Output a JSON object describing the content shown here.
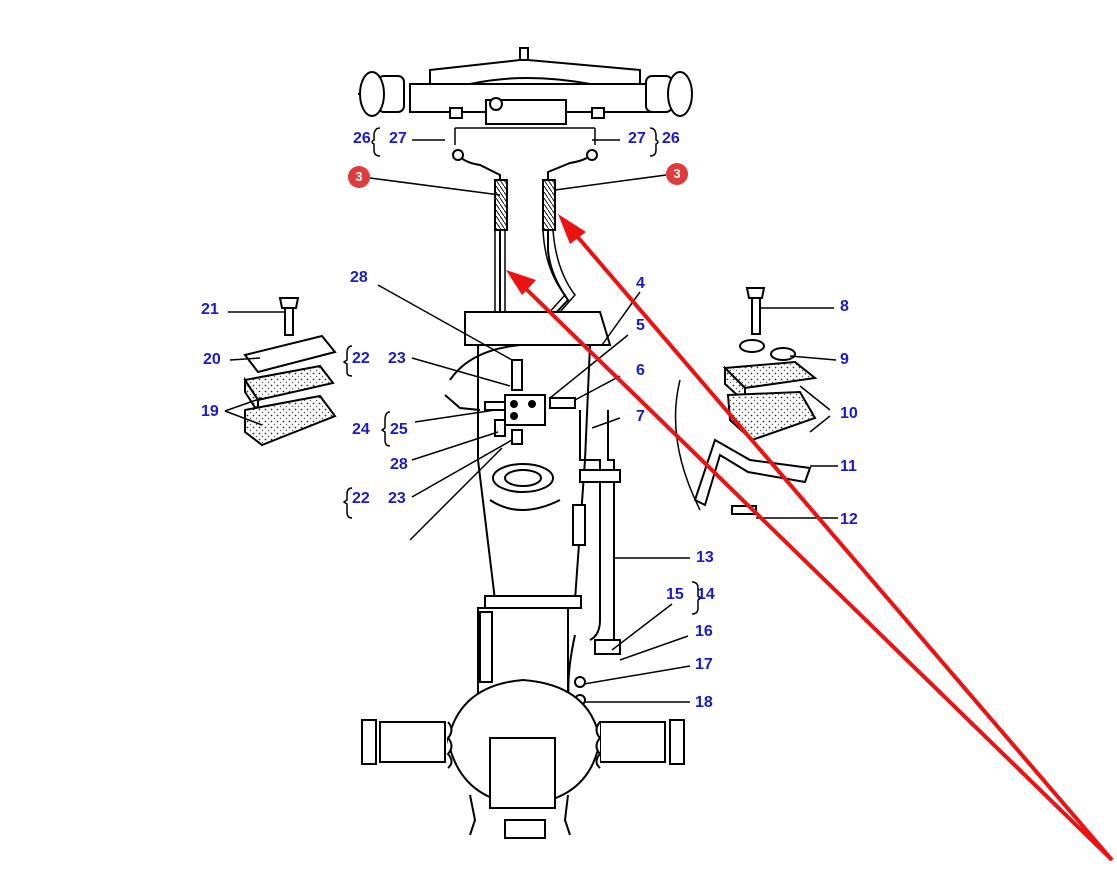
{
  "callouts": [
    "3",
    "3"
  ],
  "part_labels": {
    "p4": "4",
    "p5": "5",
    "p6": "6",
    "p7": "7",
    "p8": "8",
    "p9": "9",
    "p10": "10",
    "p11": "11",
    "p12": "12",
    "p13": "13",
    "p14": "14",
    "p15": "15",
    "p16": "16",
    "p17": "17",
    "p18": "18",
    "p19": "19",
    "p20": "20",
    "p21": "21",
    "p22a": "22",
    "p22b": "22",
    "p23a": "23",
    "p23b": "23",
    "p24": "24",
    "p25": "25",
    "p26a": "26",
    "p26b": "26",
    "p27a": "27",
    "p27b": "27",
    "p28a": "28",
    "p28b": "28"
  },
  "colors": {
    "label": "#1a1acc",
    "arrow": "#ee1111",
    "badge": "#e03a3a",
    "line": "#000000"
  }
}
